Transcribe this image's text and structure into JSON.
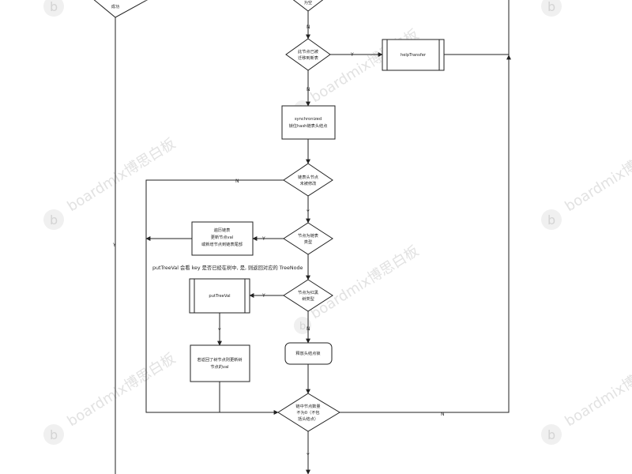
{
  "watermark": {
    "text": "boardmix博思白板"
  },
  "nodes": {
    "top_left_diamond": {
      "lines": [
        "成功"
      ]
    },
    "top_mid_diamond": {
      "lines": [
        "为空"
      ]
    },
    "migrated_check": {
      "lines": [
        "此节点已被",
        "迁移到新表"
      ]
    },
    "help_transfer": {
      "lines": [
        "helpTransfer"
      ]
    },
    "sync_lock": {
      "lines": [
        "synchronized",
        "锁住hash链表头结点"
      ]
    },
    "head_changed": {
      "lines": [
        "链表头节点",
        "未被修改"
      ]
    },
    "is_list": {
      "lines": [
        "节点为链表",
        "类型"
      ]
    },
    "traverse_list": {
      "lines": [
        "遍历链表",
        "更新节点val",
        "或新增节点到链表尾部"
      ]
    },
    "is_treebin": {
      "lines": [
        "节点为红黑",
        "树类型"
      ]
    },
    "put_tree_val": {
      "lines": [
        "putTreeVal"
      ]
    },
    "release_lock": {
      "lines": [
        "释放头结点锁"
      ]
    },
    "found_node": {
      "lines": [
        "若返回了树节点则更新树",
        "节点的val"
      ]
    },
    "bin_count": {
      "lines": [
        "链中节点数量",
        "不为0（不包",
        "括头结点）"
      ]
    }
  },
  "edge_labels": {
    "n1": "N",
    "y_help": "Y",
    "n2": "N",
    "n_head": "N",
    "y_list_down": "Y",
    "y_traverse": "Y",
    "left_y": "Y",
    "y_treebin": "Y",
    "y_puttree": "Y",
    "n_release": "N",
    "n_bincount": "N",
    "y_bottom": "Y"
  },
  "note": {
    "text": "putTreeVal 会看 key 是否已经在树中, 是, 则返回对应的 TreeNode"
  }
}
